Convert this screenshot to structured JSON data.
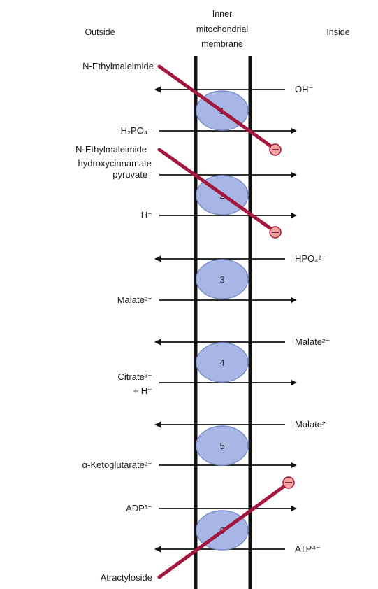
{
  "headers": {
    "outside": "Outside",
    "membrane_line1": "Inner",
    "membrane_line2": "mitochondrial",
    "membrane_line3": "membrane",
    "inside": "Inside"
  },
  "carriers": [
    {
      "number": "1",
      "outside": [
        "H₂PO₄⁻"
      ],
      "inside": [
        "OH⁻"
      ]
    },
    {
      "number": "2",
      "outside": [
        "pyruvate⁻",
        "H⁺"
      ],
      "inside": []
    },
    {
      "number": "3",
      "outside": [
        "Malate²⁻"
      ],
      "inside": [
        "HPO₄²⁻"
      ]
    },
    {
      "number": "4",
      "outside": [
        "Citrate³⁻",
        "+ H⁺"
      ],
      "inside": [
        "Malate²⁻"
      ]
    },
    {
      "number": "5",
      "outside": [
        "α-Ketoglutarate²⁻"
      ],
      "inside": [
        "Malate²⁻"
      ]
    },
    {
      "number": "6",
      "outside": [
        "ADP³⁻"
      ],
      "inside": [
        "ATP⁴⁻"
      ]
    }
  ],
  "inhibitors": {
    "inhibitor1": "N-Ethylmaleimide",
    "inhibitor2_line1": "N-Ethylmaleimide",
    "inhibitor2_line2": "hydroxycinnamate",
    "inhibitor3": "Atractyloside"
  },
  "colors": {
    "carrier_fill": "#a8b6e6",
    "carrier_stroke": "#7d8fcc",
    "inhibitor": "#a3173f",
    "inhibit_symbol": "#f4a7a0",
    "membrane": "#111111"
  }
}
